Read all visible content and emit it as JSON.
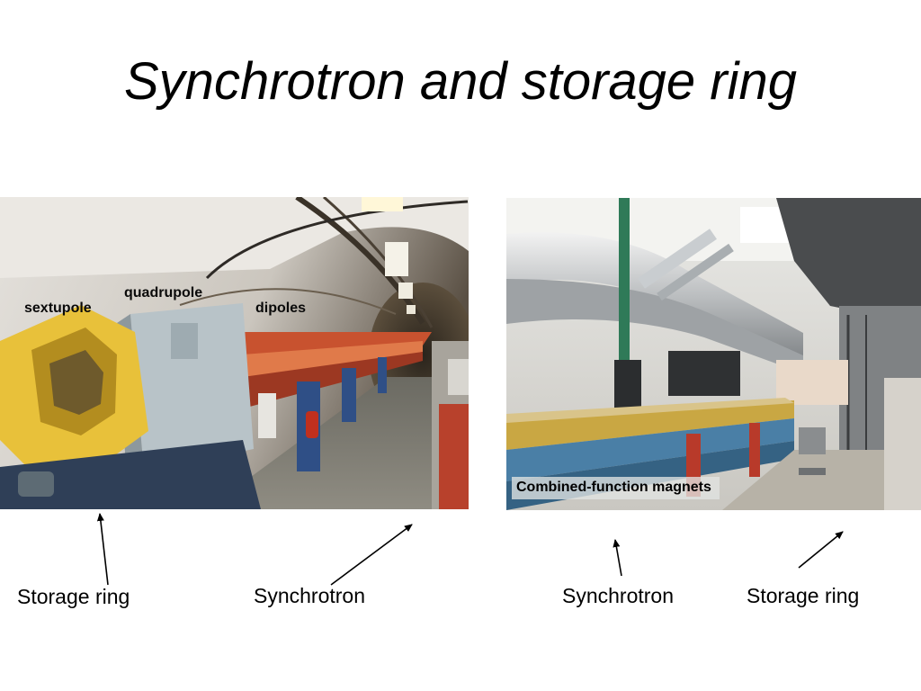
{
  "slide": {
    "title": "Synchrotron and storage ring"
  },
  "left_photo": {
    "labels": {
      "sextupole": "sextupole",
      "quadrupole": "quadrupole",
      "dipoles": "dipoles"
    }
  },
  "right_photo": {
    "label": "Combined-function magnets"
  },
  "captions": {
    "left_storage": "Storage ring",
    "left_synchrotron": "Synchrotron",
    "right_synchrotron": "Synchrotron",
    "right_storage": "Storage ring"
  },
  "colors": {
    "magnet_yellow": "#e8c13a",
    "magnet_grey": "#b8c3c8",
    "dipole_red": "#c0472a",
    "tunnel_wall": "#dcd8d2",
    "arrow": "#000000"
  }
}
